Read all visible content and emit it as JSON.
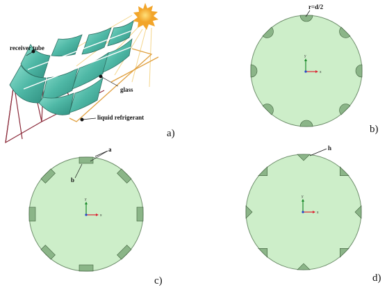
{
  "panel_a": {
    "letter": "a)",
    "labels": {
      "receiver_tube": "receiver tube",
      "glass": "glass",
      "liquid_refrigerant": "liquid refrigerant"
    }
  },
  "panel_b": {
    "letter": "b)",
    "annotation": "r=d/2",
    "insert_shape": "semicircle",
    "insert_count": 8
  },
  "panel_c": {
    "letter": "c)",
    "annotation_a": "a",
    "annotation_b": "b",
    "insert_shape": "rectangle",
    "insert_count": 8
  },
  "panel_d": {
    "letter": "d)",
    "annotation": "h",
    "insert_shape": "triangle",
    "insert_count": 8
  },
  "axes": {
    "x": "x",
    "y": "y"
  },
  "colors": {
    "disk_fill": "#cdeec9",
    "disk_stroke": "#6f8f6c",
    "insert": "#7faa7c",
    "collector": "#4fb8a6",
    "frame": "#8b2a3a",
    "pipe": "#e0a040",
    "sun": "#f2a52a"
  }
}
